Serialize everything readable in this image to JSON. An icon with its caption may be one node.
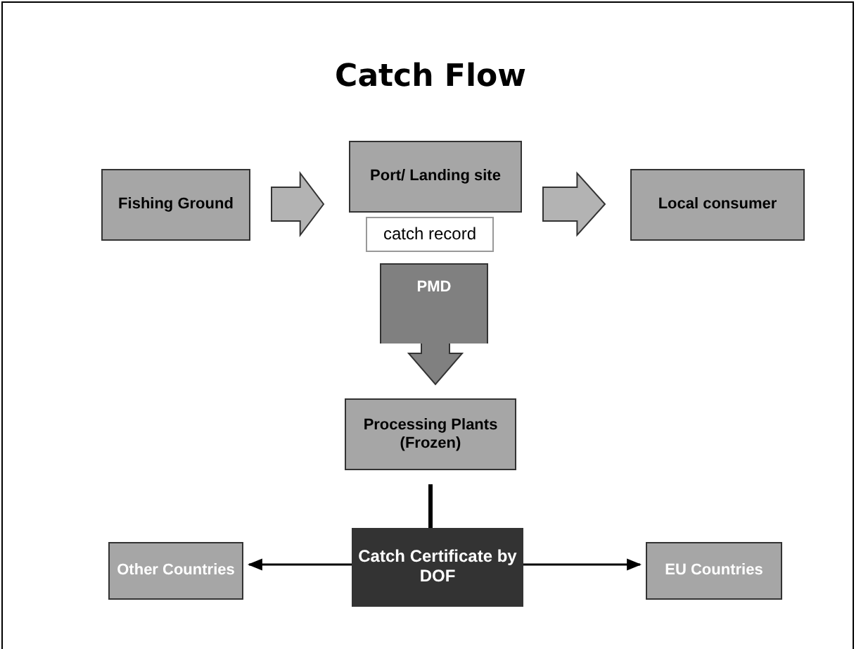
{
  "diagram": {
    "title": "Catch Flow",
    "nodes": [
      {
        "text": [
          "Fishing Ground"
        ]
      },
      {
        "text": [
          "Port/ Landing site"
        ]
      },
      {
        "text": [
          "catch record"
        ]
      },
      {
        "text": [
          "Local consumer"
        ]
      },
      {
        "text": [
          "PMD"
        ]
      },
      {
        "text": [
          "Processing Plants (Frozen)"
        ]
      },
      {
        "text": [
          "Catch Certificate by DOF"
        ]
      },
      {
        "text": [
          "Other Countries"
        ]
      },
      {
        "text": [
          "EU Countries"
        ]
      }
    ],
    "edges": [
      {
        "from": 0,
        "to": 1,
        "arrow": "to"
      },
      {
        "from": 1,
        "to": 3,
        "arrow": "to"
      },
      {
        "from": 4,
        "to": 5,
        "arrow": "to"
      },
      {
        "from": 5,
        "to": 6,
        "arrow": "none",
        "style": "thick"
      },
      {
        "from": 6,
        "to": 7,
        "arrow": "to"
      },
      {
        "from": 6,
        "to": 8,
        "arrow": "to"
      }
    ]
  }
}
